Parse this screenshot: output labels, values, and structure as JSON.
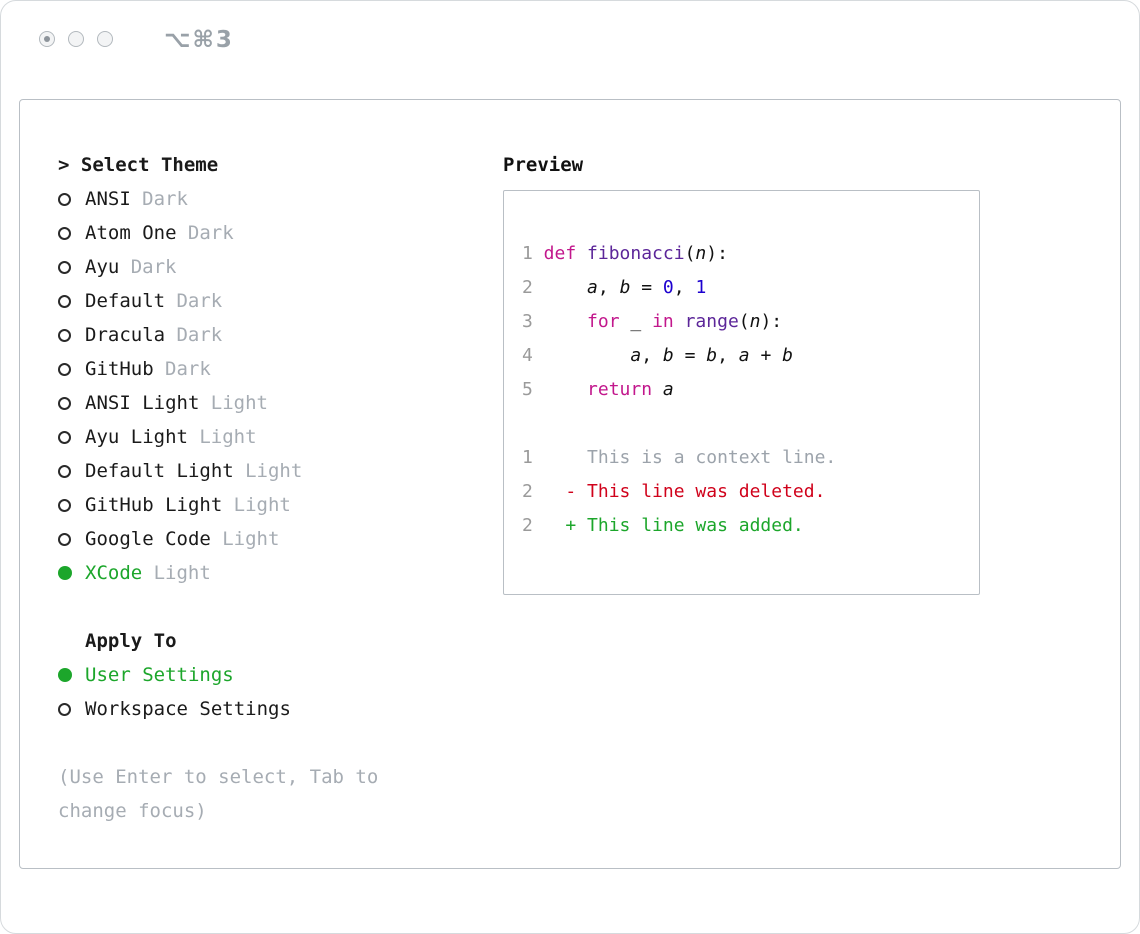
{
  "window": {
    "shortcut": "⌥⌘3"
  },
  "colors": {
    "selected_green": "#1ca62b",
    "diff_red": "#d0021b",
    "variant_gray": "#a6acb3",
    "keyword_magenta": "#c2178c",
    "function_purple": "#5c2699",
    "number_blue": "#1c00cf"
  },
  "panel": {
    "title": "> Select Theme",
    "themes": [
      {
        "name": "ANSI",
        "variant": "Dark",
        "selected": false
      },
      {
        "name": "Atom One",
        "variant": "Dark",
        "selected": false
      },
      {
        "name": "Ayu",
        "variant": "Dark",
        "selected": false
      },
      {
        "name": "Default",
        "variant": "Dark",
        "selected": false
      },
      {
        "name": "Dracula",
        "variant": "Dark",
        "selected": false
      },
      {
        "name": "GitHub",
        "variant": "Dark",
        "selected": false
      },
      {
        "name": "ANSI Light",
        "variant": "Light",
        "selected": false
      },
      {
        "name": "Ayu Light",
        "variant": "Light",
        "selected": false
      },
      {
        "name": "Default Light",
        "variant": "Light",
        "selected": false
      },
      {
        "name": "GitHub Light",
        "variant": "Light",
        "selected": false
      },
      {
        "name": "Google Code",
        "variant": "Light",
        "selected": false
      },
      {
        "name": "XCode",
        "variant": "Light",
        "selected": true
      }
    ],
    "apply_to": {
      "title": "Apply To",
      "options": [
        {
          "label": "User Settings",
          "selected": true
        },
        {
          "label": "Workspace Settings",
          "selected": false
        }
      ]
    },
    "hint": "(Use Enter to select, Tab to change focus)"
  },
  "preview": {
    "title": "Preview",
    "code_lines": [
      {
        "num": "1",
        "tokens": [
          {
            "t": "def",
            "c": "kw"
          },
          {
            "t": " ",
            "c": "pl"
          },
          {
            "t": "fibonacci",
            "c": "fn"
          },
          {
            "t": "(",
            "c": "pl"
          },
          {
            "t": "n",
            "c": "var"
          },
          {
            "t": "):",
            "c": "pl"
          }
        ]
      },
      {
        "num": "2",
        "tokens": [
          {
            "t": "    ",
            "c": "pl"
          },
          {
            "t": "a",
            "c": "var"
          },
          {
            "t": ", ",
            "c": "pl"
          },
          {
            "t": "b",
            "c": "var"
          },
          {
            "t": " = ",
            "c": "pl"
          },
          {
            "t": "0",
            "c": "num"
          },
          {
            "t": ", ",
            "c": "pl"
          },
          {
            "t": "1",
            "c": "num"
          }
        ]
      },
      {
        "num": "3",
        "tokens": [
          {
            "t": "    ",
            "c": "pl"
          },
          {
            "t": "for",
            "c": "kw"
          },
          {
            "t": " _ ",
            "c": "pl"
          },
          {
            "t": "in",
            "c": "kw"
          },
          {
            "t": " ",
            "c": "pl"
          },
          {
            "t": "range",
            "c": "fn"
          },
          {
            "t": "(",
            "c": "pl"
          },
          {
            "t": "n",
            "c": "var"
          },
          {
            "t": "):",
            "c": "pl"
          }
        ]
      },
      {
        "num": "4",
        "tokens": [
          {
            "t": "        ",
            "c": "pl"
          },
          {
            "t": "a",
            "c": "var"
          },
          {
            "t": ", ",
            "c": "pl"
          },
          {
            "t": "b",
            "c": "var"
          },
          {
            "t": " = ",
            "c": "pl"
          },
          {
            "t": "b",
            "c": "var"
          },
          {
            "t": ", ",
            "c": "pl"
          },
          {
            "t": "a",
            "c": "var"
          },
          {
            "t": " + ",
            "c": "pl"
          },
          {
            "t": "b",
            "c": "var"
          }
        ]
      },
      {
        "num": "5",
        "tokens": [
          {
            "t": "    ",
            "c": "pl"
          },
          {
            "t": "return",
            "c": "kw"
          },
          {
            "t": " ",
            "c": "pl"
          },
          {
            "t": "a",
            "c": "var"
          }
        ]
      }
    ],
    "diff_lines": [
      {
        "num": "1",
        "tokens": [
          {
            "t": "    This is a context line.",
            "c": "ctx"
          }
        ]
      },
      {
        "num": "2",
        "tokens": [
          {
            "t": "  - This line was deleted.",
            "c": "del"
          }
        ]
      },
      {
        "num": "2",
        "tokens": [
          {
            "t": "  + This line was added.",
            "c": "add"
          }
        ]
      }
    ]
  }
}
